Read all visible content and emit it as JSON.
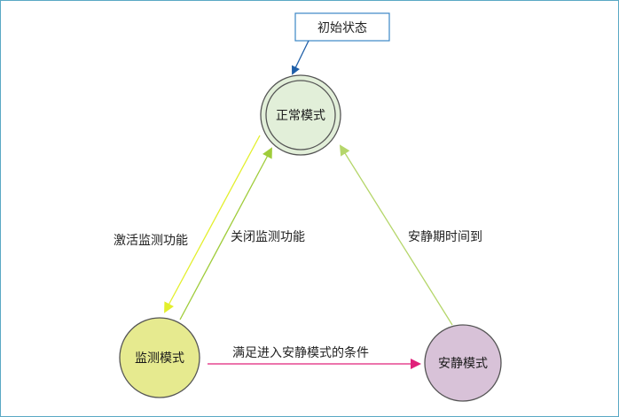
{
  "initial_state": {
    "label": "初始状态"
  },
  "states": {
    "normal": {
      "label": "正常模式",
      "fill": "#e2efd9",
      "stroke": "#555555"
    },
    "monitor": {
      "label": "监测模式",
      "fill": "#e6ea8f",
      "stroke": "#555555"
    },
    "quiet": {
      "label": "安静模式",
      "fill": "#d8c2d8",
      "stroke": "#555555"
    }
  },
  "transitions": {
    "activate_monitor": {
      "label": "激活监测功能",
      "color": "#e3ef2c"
    },
    "close_monitor": {
      "label": "关闭监测功能",
      "color": "#9fcc3a"
    },
    "quiet_timeout": {
      "label": "安静期时间到",
      "color": "#b5d66a"
    },
    "enter_quiet": {
      "label": "满足进入安静模式的条件",
      "color": "#e0207a"
    },
    "initial": {
      "color": "#1f5fa8"
    }
  },
  "colors": {
    "frame_border": "#5aa9c4",
    "initial_box_border": "#3b87c6"
  }
}
